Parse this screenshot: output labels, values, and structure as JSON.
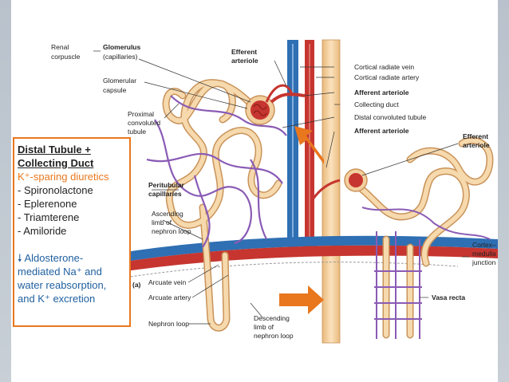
{
  "info_box": {
    "title_line1": "Distal Tubule +",
    "title_line2": "Collecting Duct",
    "subtitle": "K⁺-sparing diuretics",
    "drugs": [
      "- Spironolactone",
      "- Eplerenone",
      "- Triamterene",
      "- Amiloride"
    ],
    "effect_arrow_icon": "down-arrow-icon",
    "effect_arrow_glyph": "🠗",
    "effect_line1": "Aldosterone-",
    "effect_line2": "mediated Na⁺ and",
    "effect_line3": "water reabsorption,",
    "effect_line4": "and K⁺ excretion"
  },
  "labels": {
    "renal": "Renal",
    "corpuscle": "corpuscle",
    "glomerulus": "Glomerulus",
    "capillaries": "(capillaries)",
    "glomerular": "Glomerular",
    "capsule": "capsule",
    "proximal": "Proximal",
    "convoluted": "convoluted",
    "tubule": "tubule",
    "efferent_top": "Efferent",
    "arteriole_top": "arteriole",
    "cortical_radiate_vein": "Cortical radiate vein",
    "cortical_radiate_artery": "Cortical radiate artery",
    "afferent_arteriole_1": "Afferent arteriole",
    "collecting_duct": "Collecting duct",
    "distal_convoluted_tubule": "Distal convoluted tubule",
    "afferent_arteriole_2": "Afferent arteriole",
    "efferent_right": "Efferent",
    "arteriole_right": "arteriole",
    "peritubular": "Peritubular",
    "peritubular_capillaries": "capillaries",
    "ascending": "Ascending",
    "limb_of": "limb of",
    "nephron_loop_a": "nephron loop",
    "cortex": "Cortex–",
    "medulla": "medulla",
    "junction": "junction",
    "arcuate_vein": "Arcuate vein",
    "arcuate_artery": "Arcuate artery",
    "panel_letter": "(a)",
    "nephron_loop": "Nephron loop",
    "descending": "Descending",
    "limb_of_2": "limb of",
    "nephron_loop_b": "nephron loop",
    "vasa_recta": "Vasa recta"
  },
  "colors": {
    "accent_orange": "#e8771e",
    "vein_blue": "#2f6fb3",
    "artery_red": "#c6352f",
    "tubule_tan": "#f2cf9f",
    "capillary_purple": "#8a5bb5"
  }
}
